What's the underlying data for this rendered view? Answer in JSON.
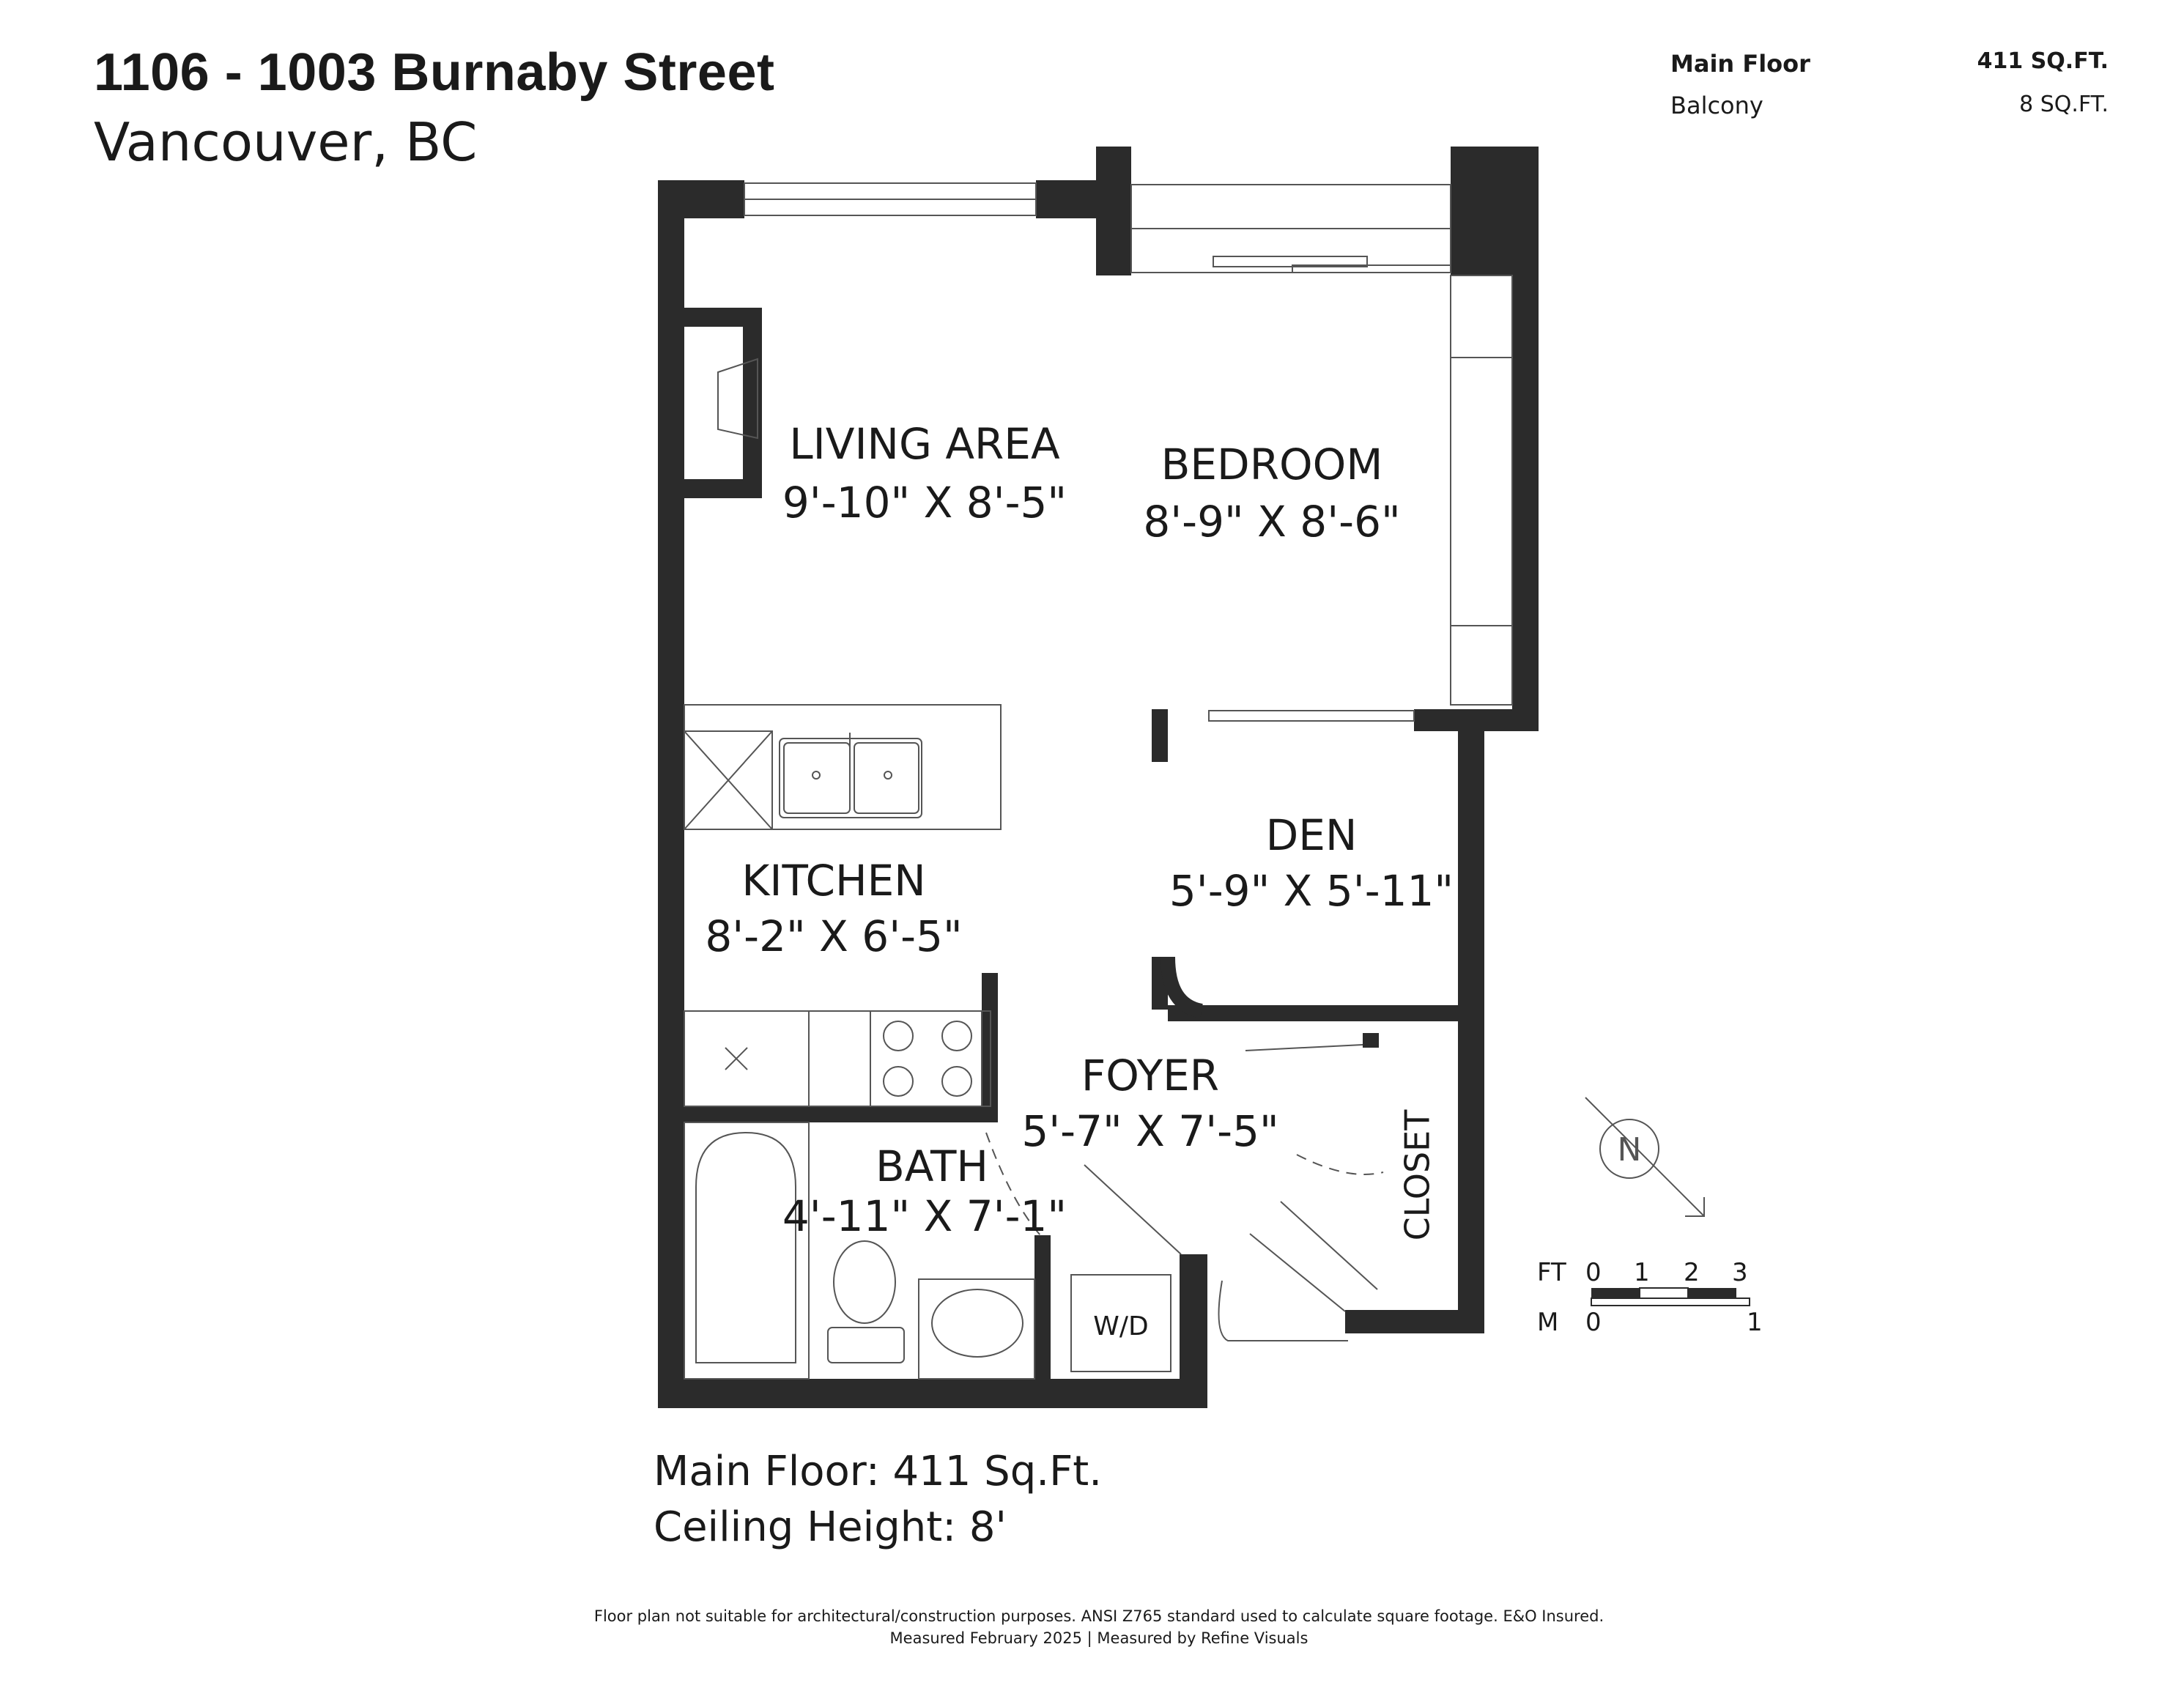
{
  "header": {
    "title": "1106 - 1003 Burnaby Street",
    "subtitle": "Vancouver, BC"
  },
  "areas": [
    {
      "label": "Main Floor",
      "value": "411 SQ.FT."
    },
    {
      "label": "Balcony",
      "value": "8 SQ.FT."
    }
  ],
  "rooms": {
    "living": {
      "name": "LIVING AREA",
      "size": "9'-10\" X 8'-5\""
    },
    "bedroom": {
      "name": "BEDROOM",
      "size": "8'-9\" X 8'-6\""
    },
    "kitchen": {
      "name": "KITCHEN",
      "size": "8'-2\" X 6'-5\""
    },
    "den": {
      "name": "DEN",
      "size": "5'-9\" X 5'-11\""
    },
    "foyer": {
      "name": "FOYER",
      "size": "5'-7\" X 7'-5\""
    },
    "bath": {
      "name": "BATH",
      "size": "4'-11\" X 7'-1\""
    },
    "closet": {
      "name": "CLOSET"
    },
    "wd": {
      "name": "W/D"
    }
  },
  "compass": {
    "letter": "N"
  },
  "scale": {
    "ft_label": "FT",
    "ft_ticks": [
      "0",
      "1",
      "2",
      "3"
    ],
    "m_label": "M",
    "m_ticks": [
      "0",
      "1"
    ]
  },
  "summary": {
    "main_floor": "Main Floor: 411 Sq.Ft.",
    "ceiling": "Ceiling Height: 8'"
  },
  "footer": {
    "line1": "Floor plan not suitable for architectural/construction purposes. ANSI Z765 standard used to calculate square footage. E&O Insured.",
    "line2": "Measured February 2025 | Measured by Refine Visuals"
  },
  "colors": {
    "wall": "#2b2b2b",
    "line": "#555555"
  }
}
